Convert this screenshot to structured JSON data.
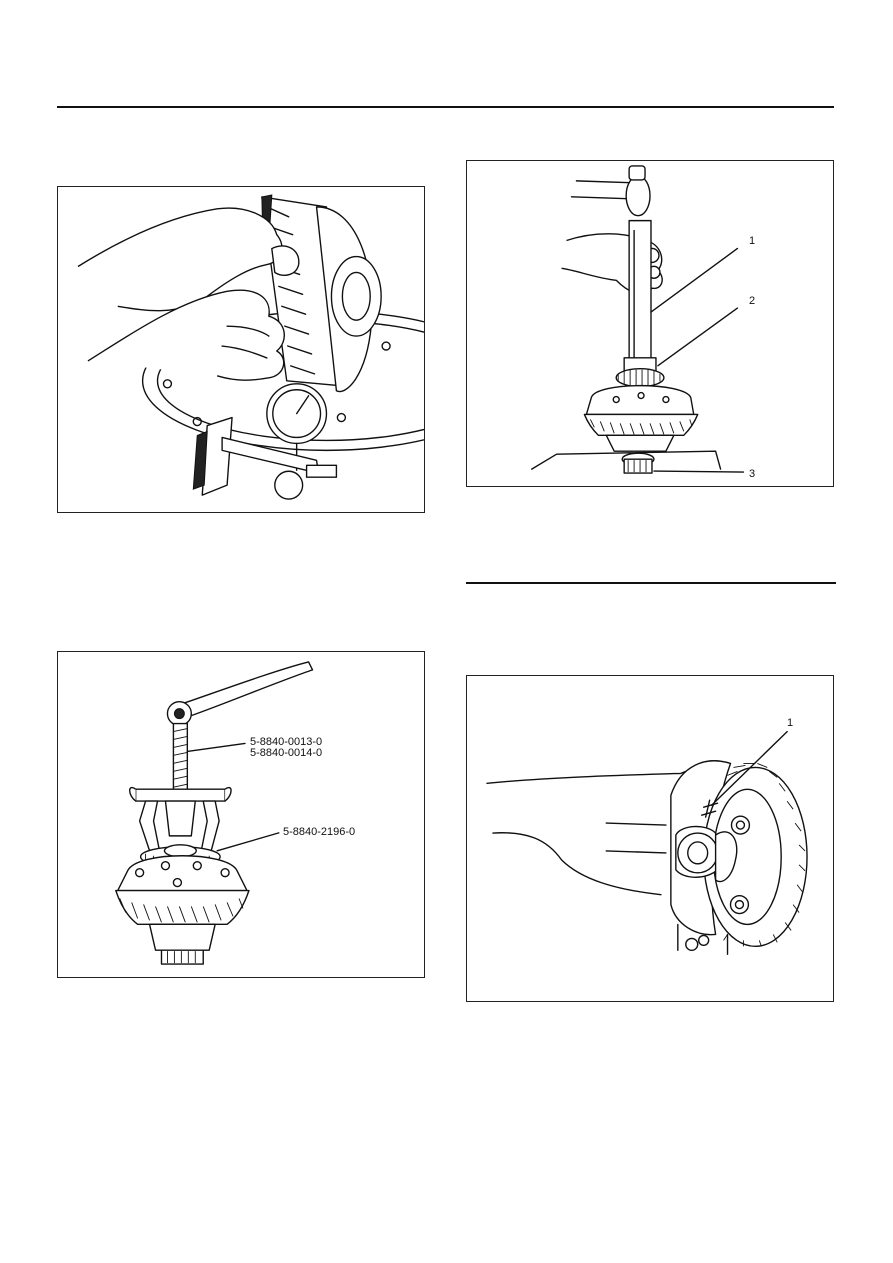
{
  "figures": {
    "fig1": {
      "illustration": "backlash-dial-gauge-illustration"
    },
    "fig2": {
      "illustration": "bearing-installer-illustration",
      "callouts": [
        "1",
        "2",
        "3"
      ]
    },
    "fig3": {
      "illustration": "bearing-puller-illustration",
      "callouts": [
        "5-8840-0013-0",
        "5-8840-0014-0",
        "5-8840-2196-0"
      ]
    },
    "fig4": {
      "illustration": "differential-ring-gear-mark-illustration",
      "callouts": [
        "1"
      ]
    }
  }
}
